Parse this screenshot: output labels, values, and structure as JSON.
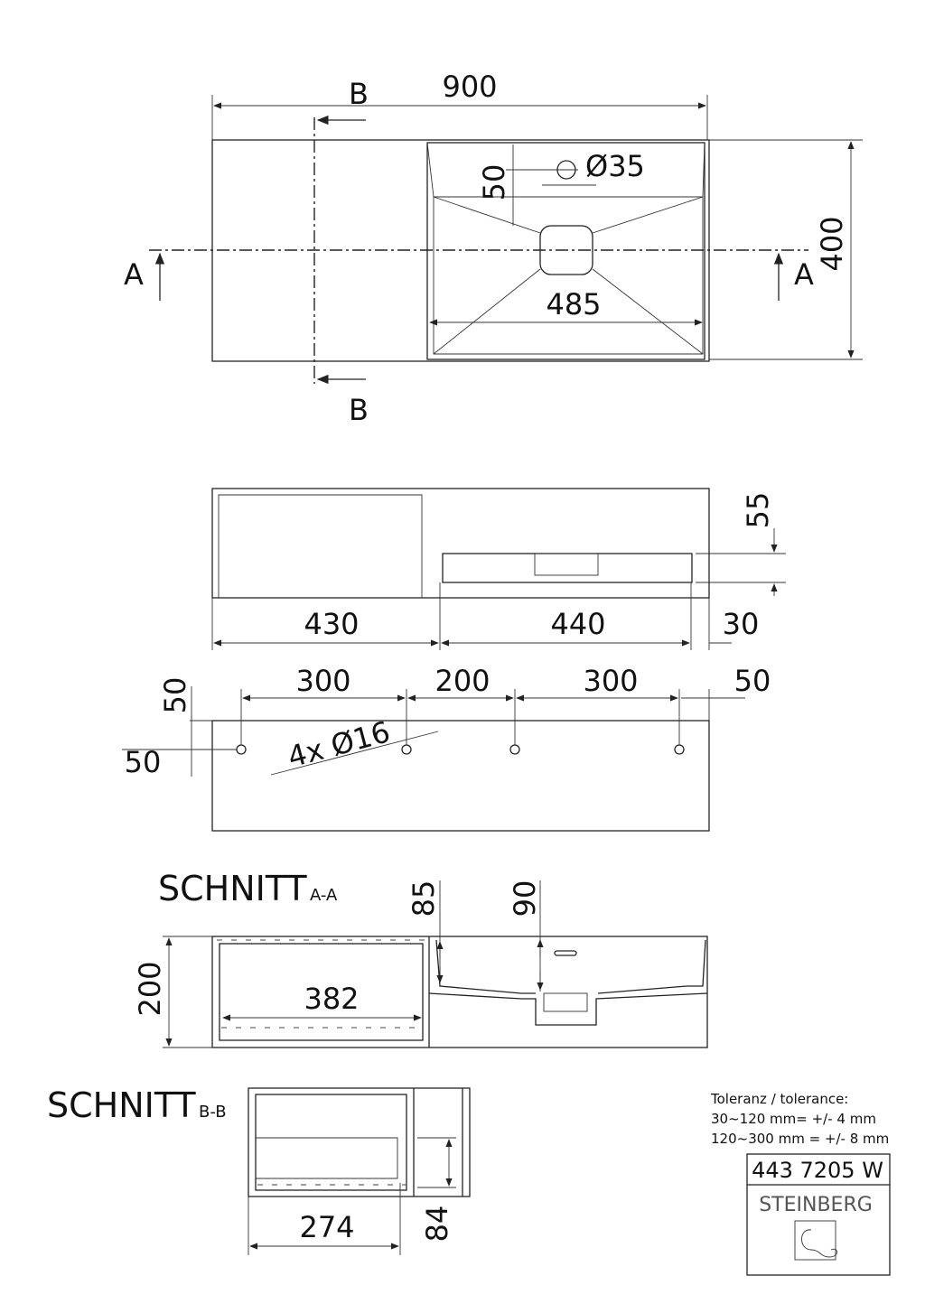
{
  "top_view": {
    "width_dim": "900",
    "depth_dim": "400",
    "basin_dim": "485",
    "tap_offset_dim": "50",
    "tap_hole_dim": "Ø35",
    "section_b_top": "B",
    "section_b_bottom": "B",
    "section_a_left": "A",
    "section_a_right": "A"
  },
  "front_view": {
    "left_dim": "430",
    "basin_dim": "440",
    "right_dim": "30",
    "height_dim": "55"
  },
  "wall_view": {
    "dims": [
      "300",
      "200",
      "300",
      "50"
    ],
    "left_top_dim": "50",
    "left_side_dim": "50",
    "holes_label": "4x Ø16"
  },
  "section_aa": {
    "title": "SCHNITT",
    "suffix": "A-A",
    "depth_left_dim": "85",
    "depth_drain_dim": "90",
    "height_dim": "200",
    "inner_width_dim": "382"
  },
  "section_bb": {
    "title": "SCHNITT",
    "suffix": "B-B",
    "width_dim": "274",
    "height_dim": "84"
  },
  "tolerance": {
    "heading": "Toleranz / tolerance:",
    "line1": "30~120 mm= +/- 4 mm",
    "line2": "120~300 mm = +/- 8 mm"
  },
  "title_block": {
    "article_number": "443 7205 W",
    "brand": "STEINBERG"
  }
}
